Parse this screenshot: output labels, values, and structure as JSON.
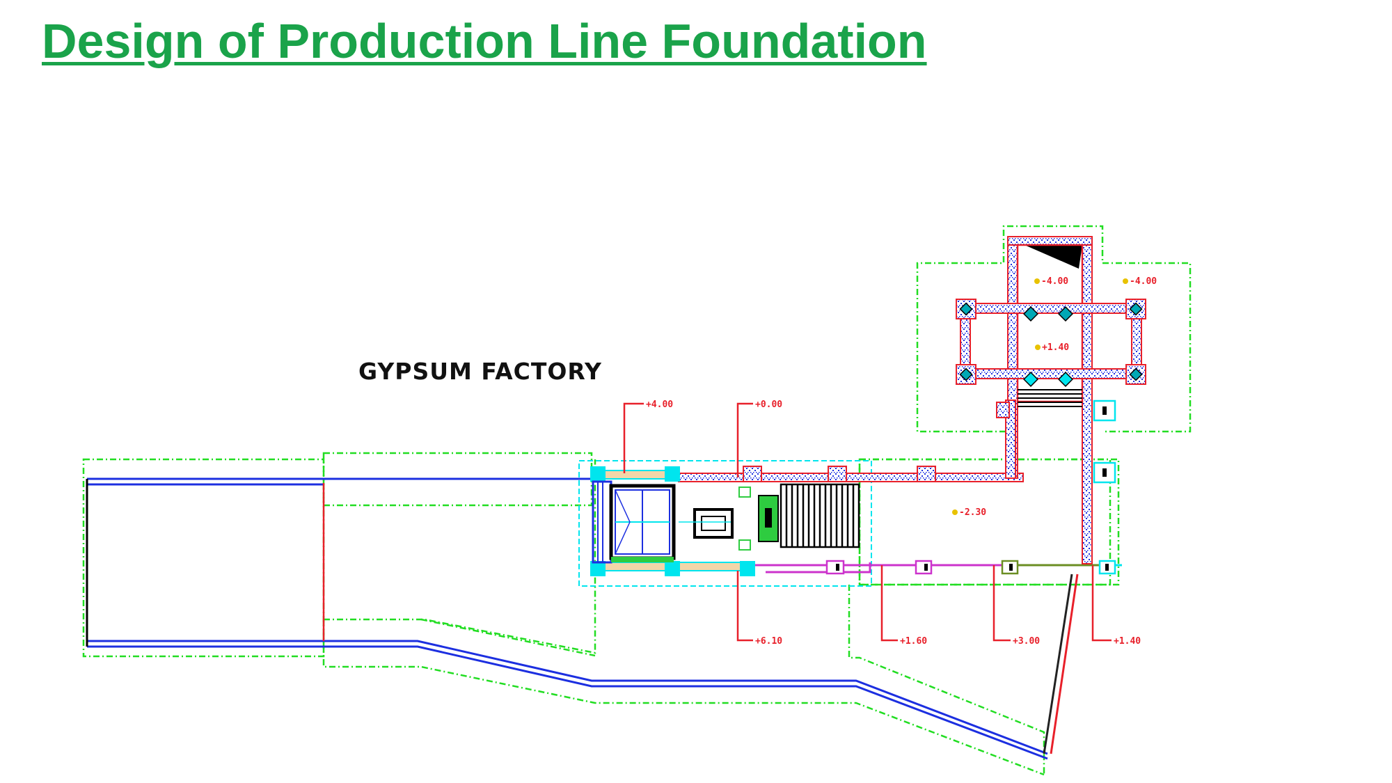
{
  "slide": {
    "title": "Design of Production Line Foundation"
  },
  "drawing": {
    "caption": "GYPSUM FACTORY",
    "level_labels": {
      "a": "+4.00",
      "b": "+0.00",
      "c": "+6.10",
      "d": "+1.40",
      "e": "-2.30",
      "f": "+1.60",
      "g": "+3.00",
      "h": "+1.40",
      "i": "-4.00"
    },
    "colors": {
      "title": "#1aa34a",
      "outline_green": "#22dd22",
      "wall_red": "#e8202a",
      "conveyor_blue": "#1c2fe0",
      "cyan": "#00e5ee",
      "magenta": "#cc33cc",
      "olive": "#6b8e23"
    }
  }
}
